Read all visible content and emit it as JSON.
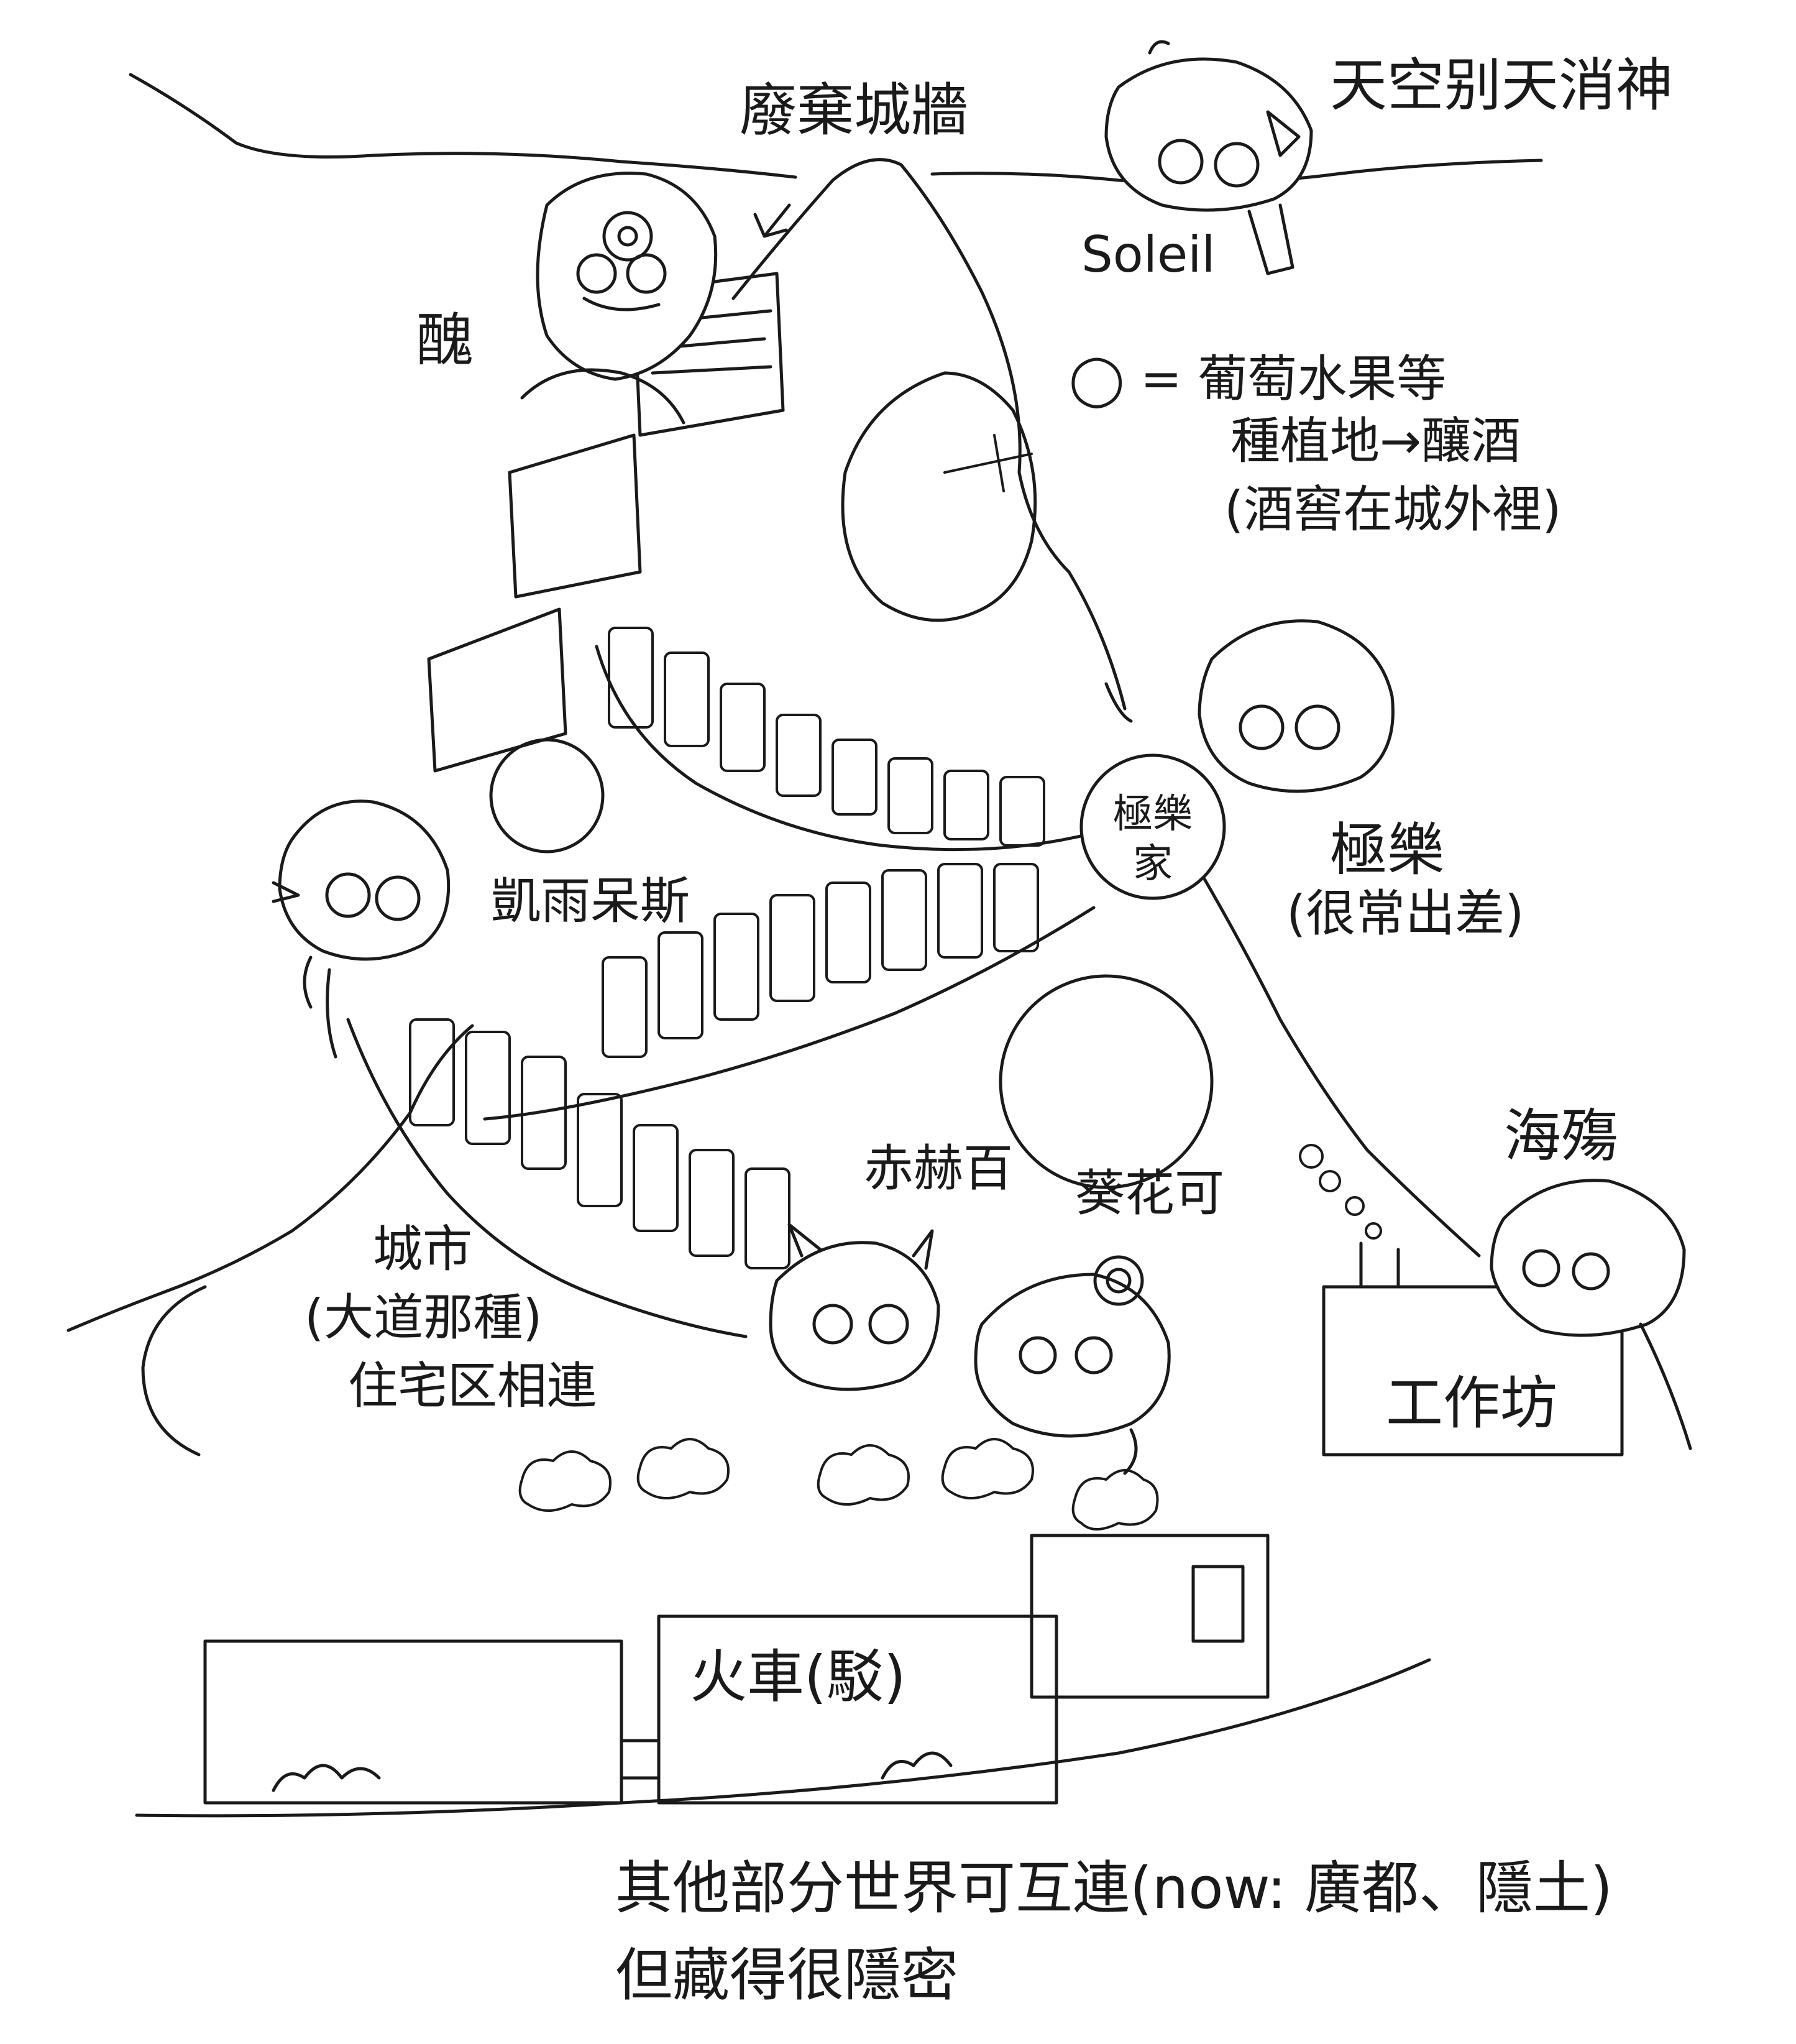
{
  "labels": {
    "abandoned_castle": "廢棄城牆",
    "sky_god": "天空别天消神",
    "soleil": "Soleil",
    "ugly": "醜",
    "grape_note_line1": "◯ = 葡萄水果等",
    "grape_note_line2": "種植地→釀酒",
    "grape_note_line3": "(酒窖在城外裡)",
    "kairais": "凱雨呆斯",
    "jile_house": "極樂\n家",
    "jile": "極樂",
    "jile_note": "(很常出差)",
    "red_character": "赤赫百",
    "kuihuaka": "葵花可",
    "haishang": "海殤",
    "city_line1": "城市",
    "city_line2": "(大道那種)",
    "city_line3": "住宅区相連",
    "workshop": "工作坊",
    "train": "火車(駁)",
    "bottom_line1": "其他部分世界可互連(now: 廣都、隱土)",
    "bottom_line2": "但藏得很隱密"
  },
  "colors": {
    "ink": "#1a1a1a",
    "paper": "#ffffff"
  }
}
